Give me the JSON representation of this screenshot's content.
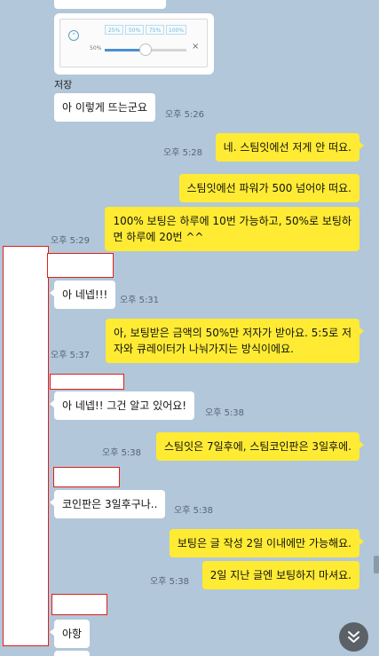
{
  "image_card": {
    "chips": [
      "25%",
      "50%",
      "75%",
      "100%"
    ],
    "percent_label": "50%",
    "slider_fraction": 0.5,
    "close_glyph": "×",
    "collapse_glyph": "⌃",
    "save_label": "저장"
  },
  "messages": [
    {
      "text": "아 이렇게 뜨는군요",
      "time": "오후 5:26"
    },
    {
      "text": "네. 스팀잇에선 저게 안 떠요.",
      "time": "오후 5:28"
    },
    {
      "text": "스팀잇에선 파워가 500 넘어야 떠요.",
      "time": ""
    },
    {
      "line1": "100% 보팅은 하루에 10번 가능하고, 50%로 보팅하",
      "line2": "면 하루에 20번 ^^",
      "time": "오후 5:29"
    },
    {
      "text": "아 네넵!!!",
      "time": "오후 5:31"
    },
    {
      "line1": "아, 보팅받은 금액의 50%만 저자가 받아요. 5:5로 저",
      "line2": "자와 큐레이터가 나눠가지는 방식이에요.",
      "time": "오후 5:37"
    },
    {
      "text": "아 네넵!! 그건 알고 있어요!",
      "time": "오후 5:38"
    },
    {
      "text": "스팀잇은 7일후에, 스팀코인판은 3일후에.",
      "time": "오후 5:38"
    },
    {
      "text": "코인판은 3일후구나..",
      "time": "오후 5:38"
    },
    {
      "text": "보팅은 글 작성 2일 이내에만 가능해요.",
      "time": ""
    },
    {
      "text": "2일 지난 글엔 보팅하지 마셔요.",
      "time": "오후 5:38"
    },
    {
      "text": "아항",
      "time": ""
    }
  ],
  "colors": {
    "background": "#b2c7d9",
    "outgoing_bubble": "#ffeb33",
    "incoming_bubble": "#ffffff",
    "redaction_border": "#e0201a"
  },
  "icons": {
    "scroll_down": "chevron-double-down-icon"
  }
}
